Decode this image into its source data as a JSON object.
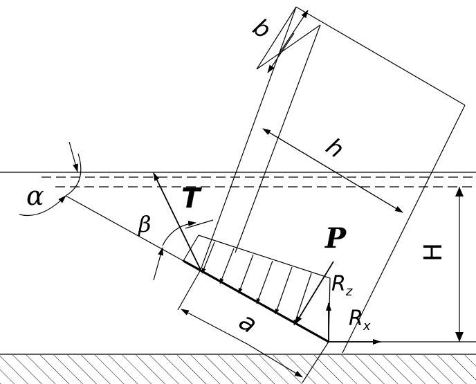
{
  "labels": {
    "alpha": "α",
    "beta": "β",
    "b": "b",
    "h": "h",
    "T": "T",
    "P": "P",
    "H": "H",
    "a": "a",
    "Rz": "R",
    "Rz_sub": "z",
    "Rx": "R",
    "Rx_sub": "x"
  }
}
